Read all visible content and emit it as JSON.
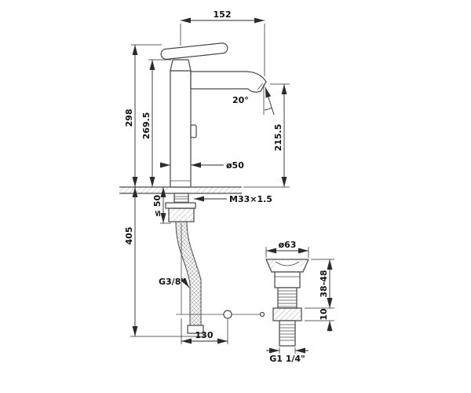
{
  "drawing": {
    "background": "#ffffff",
    "part_line_color": "#4a4a4a",
    "dimension_line_color": "#2b2b2b",
    "text_color": "#111111",
    "labels": {
      "spout_reach": "152",
      "overall_height": "298",
      "height_to_spout_base": "269.5",
      "spout_angle": "20°",
      "spout_outlet_height": "215.5",
      "body_diameter": "ø50",
      "mounting_thread": "M33×1.5",
      "max_deck_thickness": "≤ 50",
      "hose_length_below_deck": "405",
      "supply_connection_thread": "G3/8\"",
      "rod_horizontal_offset": "130",
      "waste_flange_diameter": "ø63",
      "waste_deck_range": "38-48",
      "waste_locknut_height": "10",
      "waste_outlet_thread": "G1 1/4\""
    }
  }
}
